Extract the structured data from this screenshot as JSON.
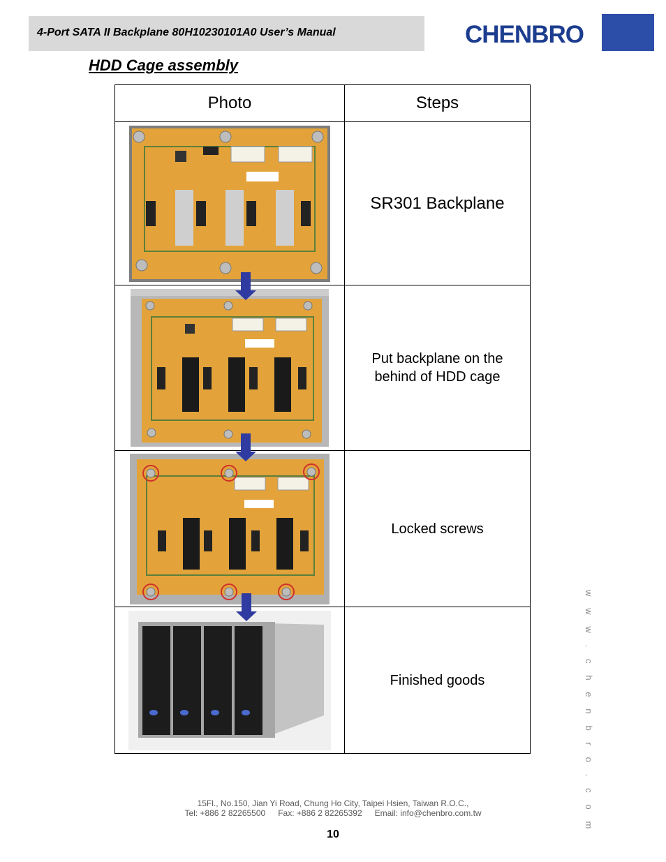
{
  "header": {
    "title": "4-Port SATA II Backplane 80H10230101A0 User’s Manual",
    "logo_text": "CHENBRO",
    "brand_color": "#1c3d8f"
  },
  "section_title": "HDD Cage assembly",
  "table": {
    "headers": [
      "Photo",
      "Steps"
    ],
    "rows": [
      {
        "photo": "sr301-backplane-photo",
        "step": "SR301 Backplane"
      },
      {
        "photo": "backplane-on-cage-photo",
        "step": "Put backplane on the behind of HDD cage"
      },
      {
        "photo": "locked-screws-photo",
        "step": "Locked screws"
      },
      {
        "photo": "finished-goods-photo",
        "step": "Finished goods"
      }
    ]
  },
  "watermark": "w w w . c h e n b r o . c o m",
  "footer": {
    "address": "15Fl., No.150, Jian Yi Road, Chung Ho City, Taipei Hsien, Taiwan R.O.C.,",
    "tel": "Tel: +886 2 82265500",
    "fax": "Fax: +886 2 82265392",
    "email": "Email: info@chenbro.com.tw"
  },
  "page_number": "10"
}
